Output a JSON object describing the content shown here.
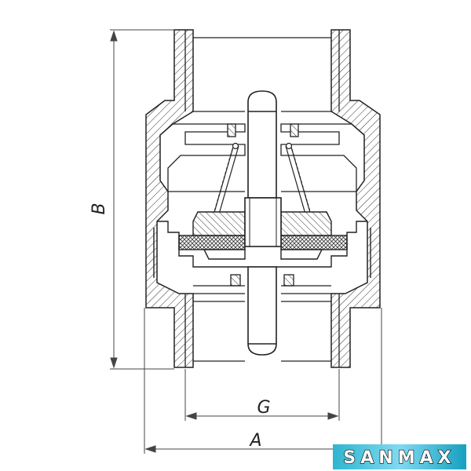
{
  "labels": {
    "dim_b": "B",
    "dim_g": "G",
    "dim_a": "A"
  },
  "logo": {
    "text": "SANMAX",
    "colors": [
      "#2fb5d0",
      "#7fdaf0",
      "#17a0c0"
    ]
  },
  "colors": {
    "line": "#222222",
    "hatch": "#333333"
  }
}
